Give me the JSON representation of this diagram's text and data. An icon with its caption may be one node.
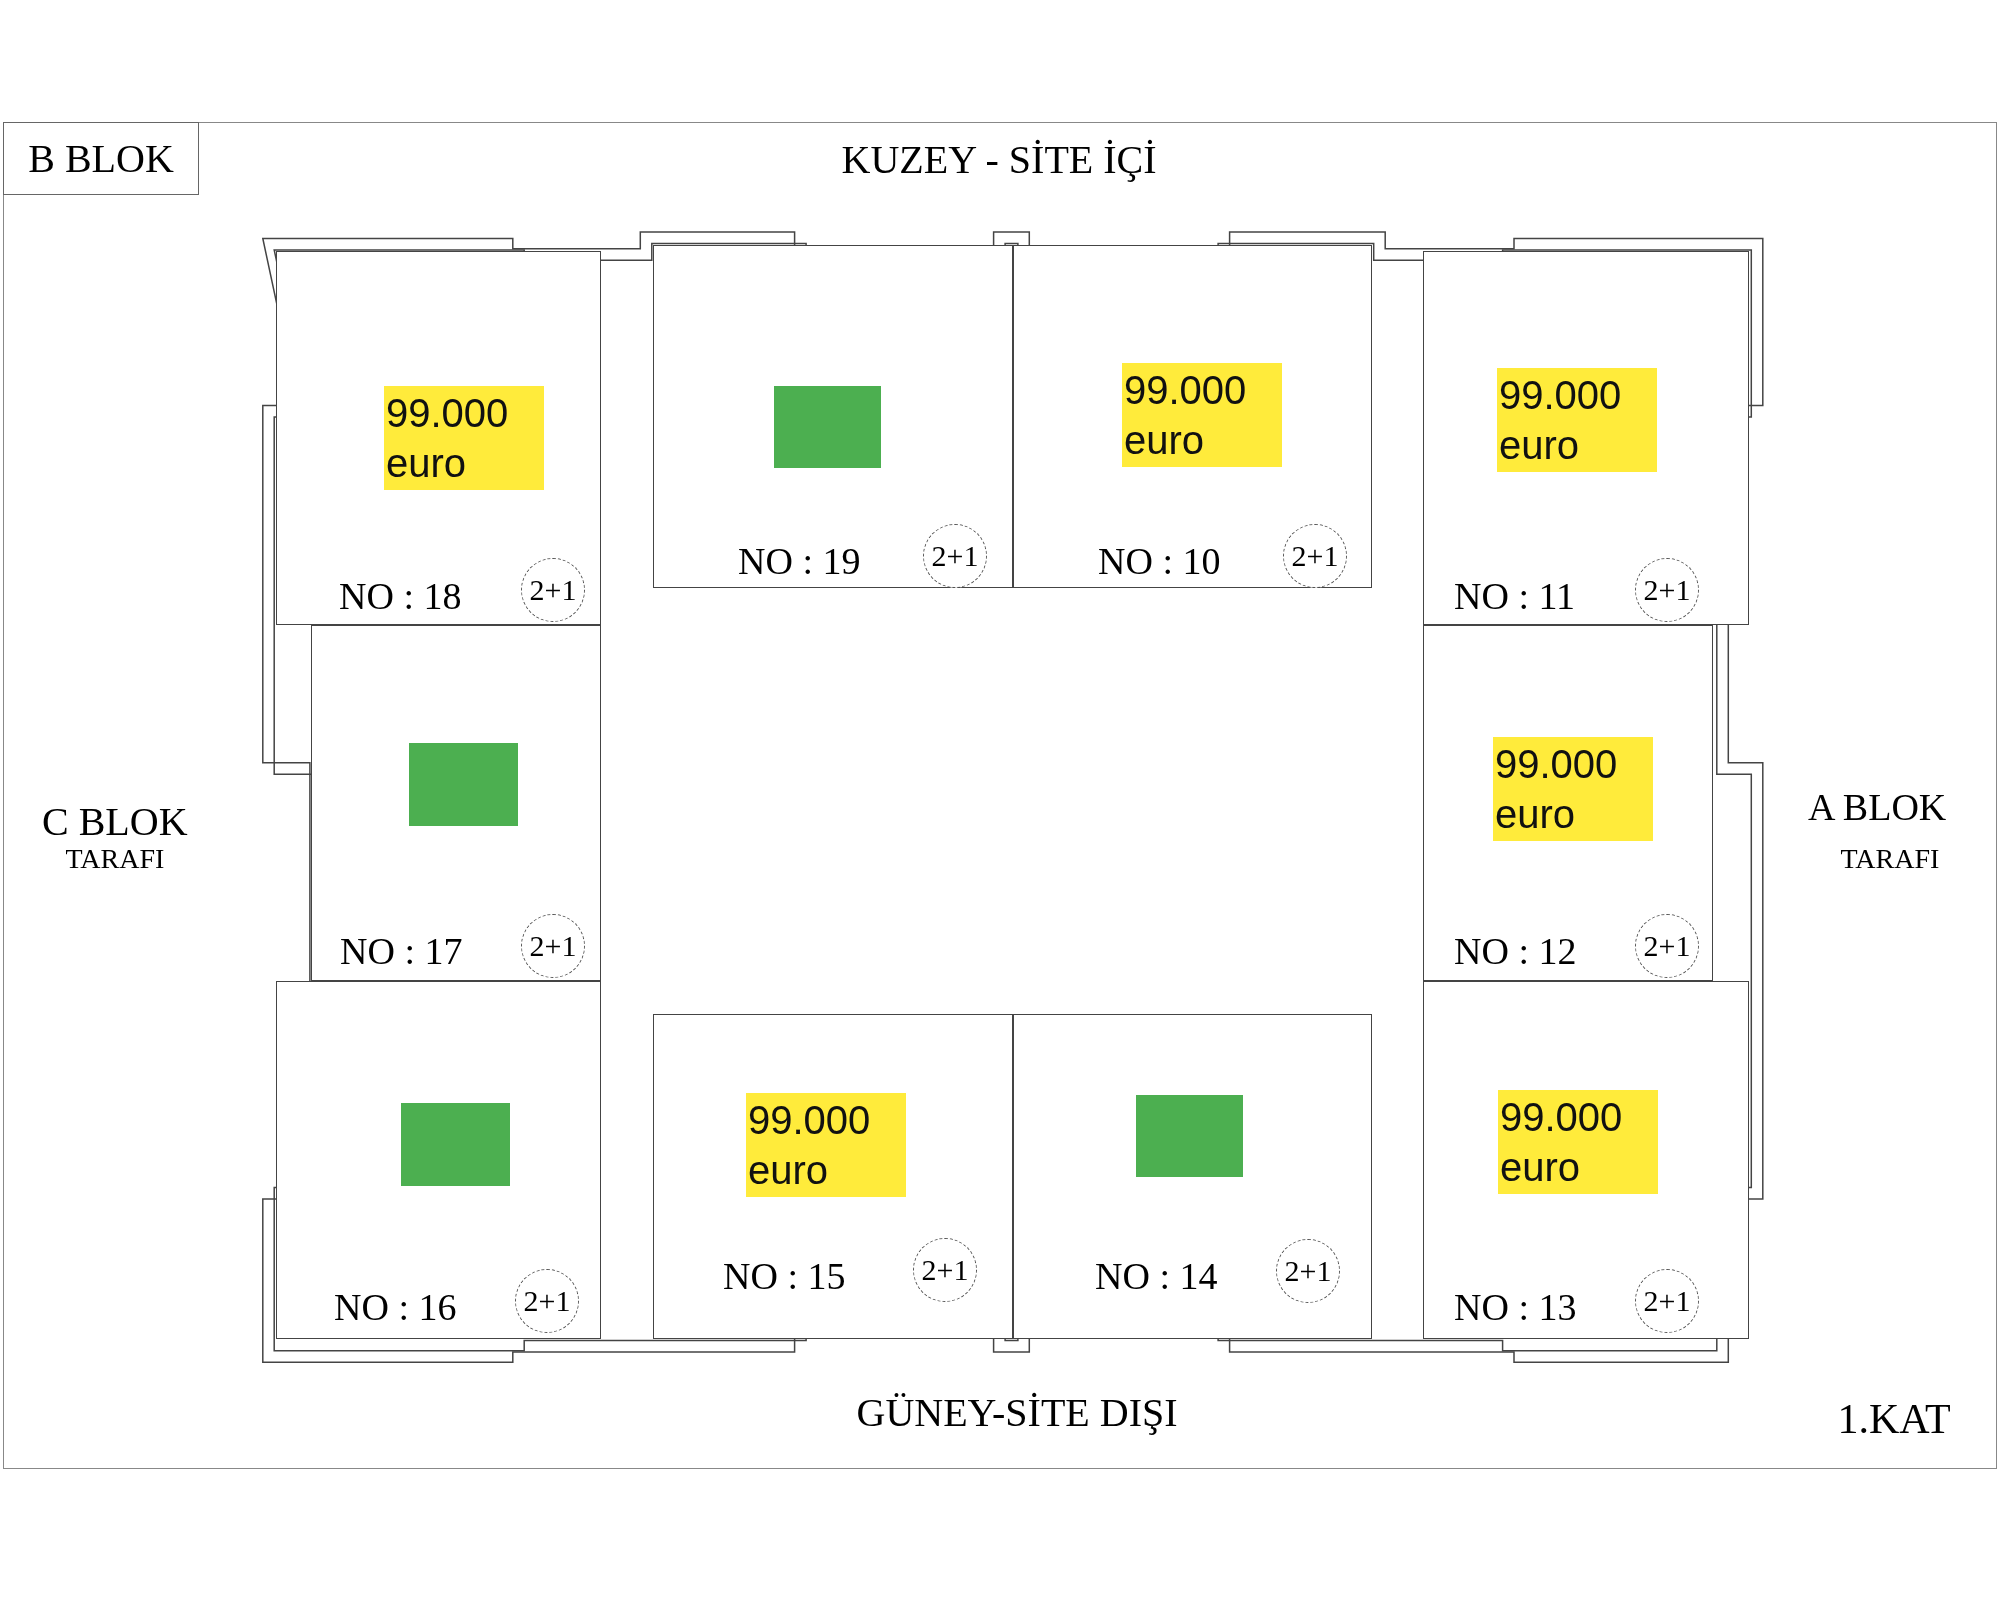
{
  "diagram": {
    "nodes": [
      {
        "text": [
          "B BLOK"
        ]
      },
      {
        "text": [
          "NO : 18"
        ]
      },
      {
        "text": [
          "99.000 euro"
        ],
        "in": 1
      },
      {
        "text": [
          "2+1"
        ],
        "in": 1
      },
      {
        "text": [
          "NO : 19"
        ]
      },
      {
        "text": [],
        "shape": "box",
        "in": 4
      },
      {
        "text": [
          "2+1"
        ],
        "in": 4
      },
      {
        "text": [
          "NO : 10"
        ]
      },
      {
        "text": [
          "99.000 euro"
        ],
        "in": 7
      },
      {
        "text": [
          "2+1"
        ],
        "in": 7
      },
      {
        "text": [
          "NO : 11"
        ]
      },
      {
        "text": [
          "99.000 euro"
        ],
        "in": 10
      },
      {
        "text": [
          "2+1"
        ],
        "in": 10
      },
      {
        "text": [
          "NO : 17"
        ]
      },
      {
        "text": [],
        "shape": "box",
        "in": 13
      },
      {
        "text": [
          "2+1"
        ],
        "in": 13
      },
      {
        "text": [
          "NO : 12"
        ]
      },
      {
        "text": [
          "99.000 euro"
        ],
        "in": 16
      },
      {
        "text": [
          "2+1"
        ],
        "in": 16
      },
      {
        "text": [
          "NO : 16"
        ]
      },
      {
        "text": [],
        "shape": "box",
        "in": 19
      },
      {
        "text": [
          "2+1"
        ],
        "in": 19
      },
      {
        "text": [
          "NO : 15"
        ]
      },
      {
        "text": [
          "99.000 euro"
        ],
        "in": 22
      },
      {
        "text": [
          "2+1"
        ],
        "in": 22
      },
      {
        "text": [
          "NO : 14"
        ]
      },
      {
        "text": [],
        "shape": "box",
        "in": 25
      },
      {
        "text": [
          "2+1"
        ],
        "in": 25
      },
      {
        "text": [
          "NO : 13"
        ]
      },
      {
        "text": [
          "99.000 euro"
        ],
        "in": 28
      },
      {
        "text": [
          "2+1"
        ],
        "in": 28
      }
    ],
    "labels": [
      "KUZEY - SİTE İÇİ",
      "C BLOK",
      "TARAFI",
      "A BLOK",
      "TARAFI",
      "GÜNEY-SİTE DIŞI",
      "1.KAT"
    ]
  }
}
